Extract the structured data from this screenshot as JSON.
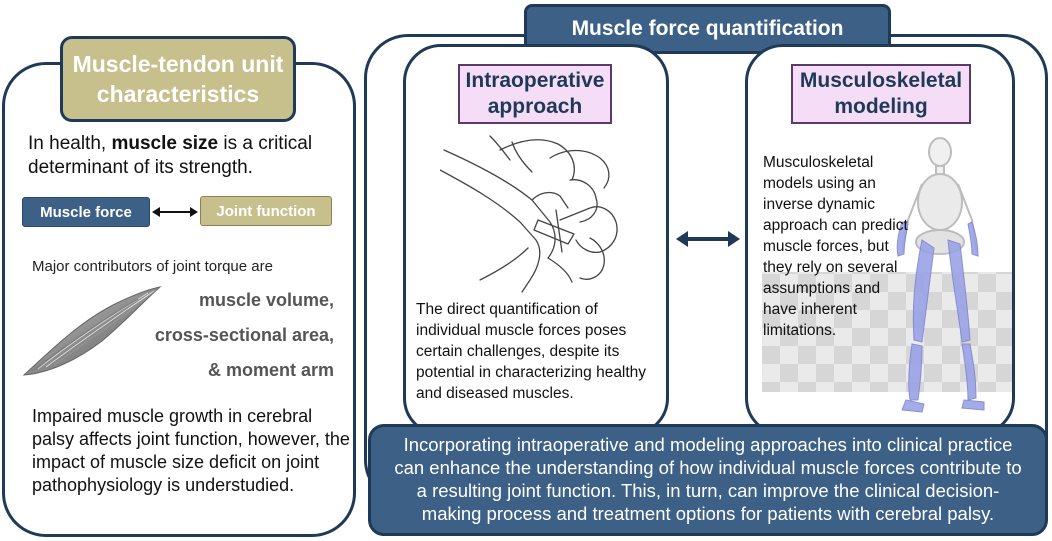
{
  "left_panel": {
    "title_line1": "Muscle-tendon unit",
    "title_line2": "characteristics",
    "health_prefix": "In health, ",
    "health_bold": "muscle size",
    "health_suffix": " is a critical determinant of its strength.",
    "pill_force": "Muscle force",
    "pill_joint": "Joint function",
    "major_text": "Major contributors of joint torque are",
    "contrib_1": "muscle volume,",
    "contrib_2": "cross-sectional area,",
    "contrib_3": "& moment arm",
    "impaired_text": "Impaired muscle growth in cerebral palsy affects joint function, however, the impact of muscle size deficit on joint pathophysiology is understudied."
  },
  "top_title": "Muscle force quantification",
  "intraop": {
    "title_line1": "Intraoperative",
    "title_line2": "approach",
    "text": "The direct quantification of individual muscle forces poses certain challenges, despite its potential in characterizing healthy and diseased muscles."
  },
  "msk": {
    "title_line1": "Musculoskeletal",
    "title_line2": "modeling",
    "text": "Musculoskeletal models using an inverse dynamic approach can predict muscle forces, but they rely on several assumptions and have inherent limitations."
  },
  "bottom_text": "Incorporating intraoperative and modeling approaches into clinical practice can enhance the understanding of how individual muscle forces contribute to a resulting joint function. This, in turn, can improve the clinical decision-making process and treatment options for patients with cerebral palsy.",
  "colors": {
    "navy": "#1f3a56",
    "blue": "#3d6087",
    "khaki": "#c7c08d",
    "pink": "#f5ddf7"
  }
}
